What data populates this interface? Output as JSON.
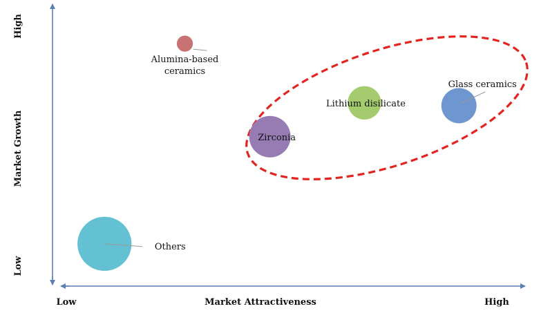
{
  "chart_data": {
    "type": "scatter",
    "title": "",
    "xlabel": "Market Attractiveness",
    "ylabel": "Market Growth",
    "x_low_label": "Low",
    "x_high_label": "High",
    "y_low_label": "Low",
    "y_high_label": "High",
    "xlim": [
      0,
      10
    ],
    "ylim": [
      0,
      10
    ],
    "grid": false,
    "legend": "none",
    "points": [
      {
        "label_lines": [
          "Alumina-based",
          "ceramics"
        ],
        "x": 2.8,
        "y": 8.6,
        "size": 0.15,
        "color": "#c97273"
      },
      {
        "label_lines": [
          "Zirconia"
        ],
        "x": 4.6,
        "y": 5.3,
        "size": 1.0,
        "color": "#977cb3"
      },
      {
        "label_lines": [
          "Lithium disilicate"
        ],
        "x": 6.6,
        "y": 6.5,
        "size": 0.65,
        "color": "#a4cc6e"
      },
      {
        "label_lines": [
          "Glass ceramics"
        ],
        "x": 8.6,
        "y": 6.4,
        "size": 0.72,
        "color": "#6f97cf"
      },
      {
        "label_lines": [
          "Others"
        ],
        "x": 1.1,
        "y": 1.5,
        "size": 1.7,
        "color": "#63c1d3"
      }
    ],
    "highlight_ellipse_color": "#e3231f"
  }
}
